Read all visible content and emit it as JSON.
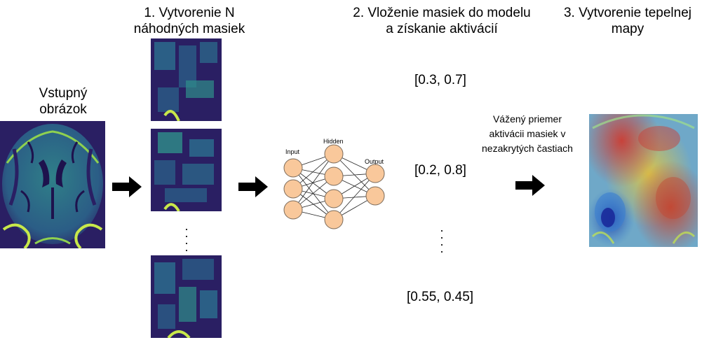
{
  "input": {
    "label_line1": "Vstupný",
    "label_line2": "obrázok"
  },
  "step1": {
    "title_line1": "1. Vytvorenie N",
    "title_line2": "náhodných masiek"
  },
  "step2": {
    "title_line1": "2. Vloženie masiek do modelu",
    "title_line2": "a získanie aktivácií"
  },
  "step3": {
    "title_line1": "3. Vytvorenie tepelnej",
    "title_line2": "mapy"
  },
  "activations": [
    "[0.3, 0.7]",
    "[0.2, 0.8]",
    "[0.55, 0.45]"
  ],
  "network": {
    "input_label": "Input",
    "hidden_label": "Hidden",
    "output_label": "Output",
    "node_fill": "#f9c89b",
    "node_stroke": "#7a6a5a"
  },
  "weighted_note": {
    "line1": "Vážený priemer",
    "line2": "aktivácii masiek v",
    "line3": "nezakrytých častiach"
  },
  "colors": {
    "mri_dark": "#2a1a5c",
    "mri_mid": "#2f8f8a",
    "mri_bright": "#c8e84a",
    "arrow": "#000000"
  }
}
